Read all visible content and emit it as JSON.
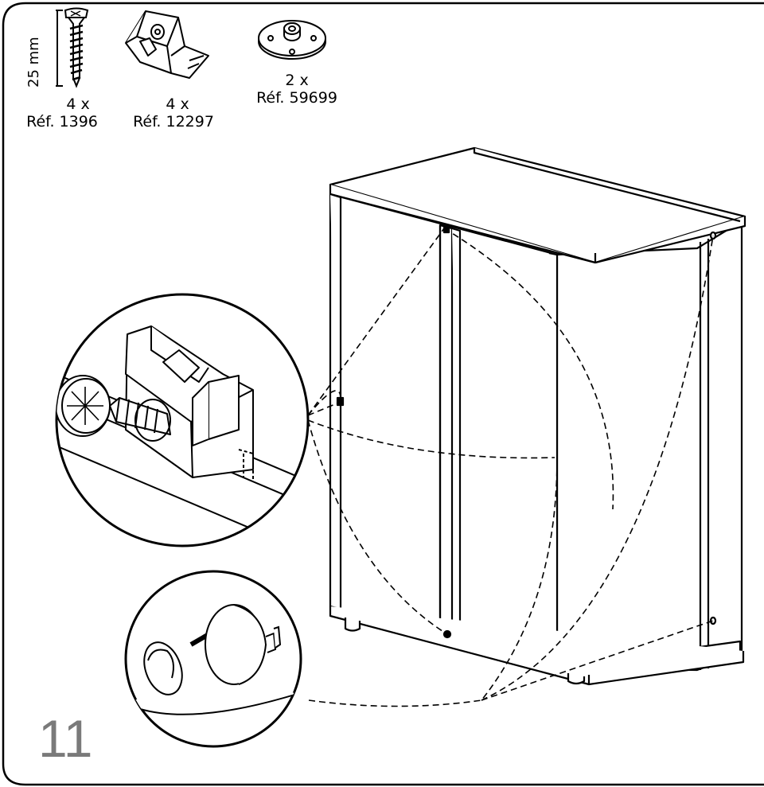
{
  "step": {
    "number": "11"
  },
  "parts": [
    {
      "icon": "screw-icon",
      "quantity": "4 x",
      "ref": "Réf. 1396",
      "length": "25 mm"
    },
    {
      "icon": "shelf-clip-icon",
      "quantity": "4 x",
      "ref": "Réf. 12297"
    },
    {
      "icon": "glide-foot-icon",
      "quantity": "2 x",
      "ref": "Réf. 59699"
    }
  ]
}
